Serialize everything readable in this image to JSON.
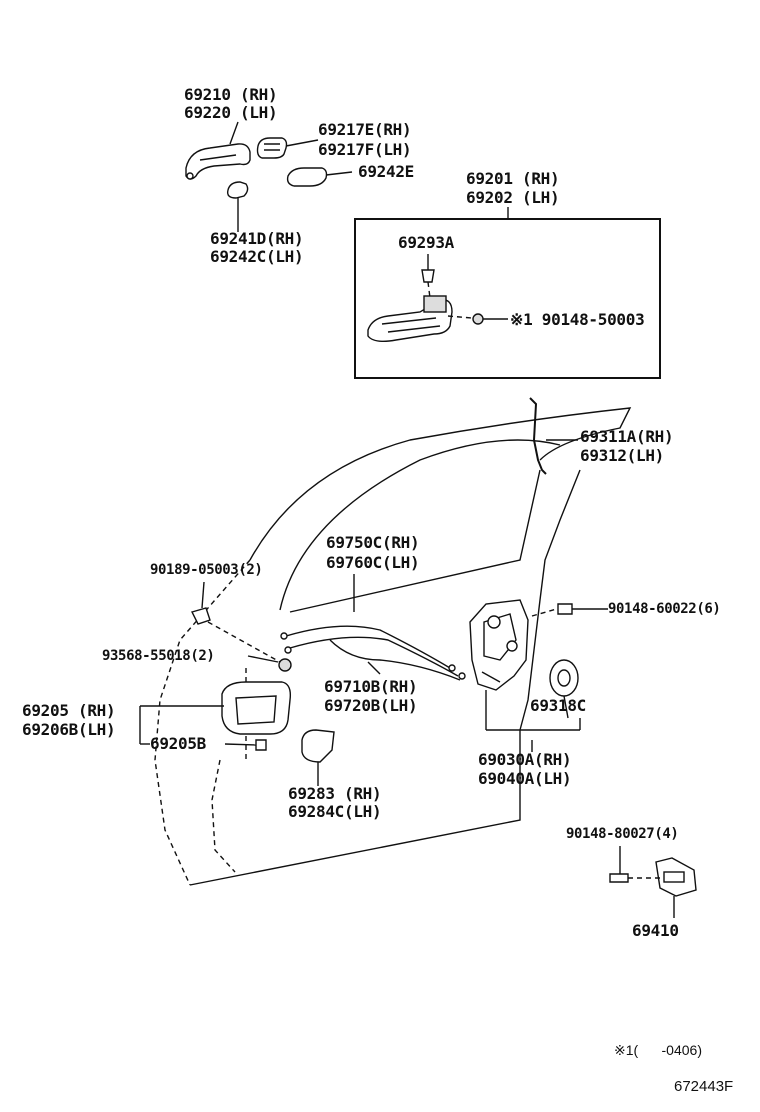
{
  "parts": {
    "outer_handle": {
      "rh": "69210 (RH)",
      "lh": "69220 (LH)"
    },
    "handle_pad": {
      "rh": "69217E(RH)",
      "lh": "69217F(LH)"
    },
    "handle_gasket": "69242E",
    "rear_pad": {
      "rh": "69241D(RH)",
      "lh": "69242C(LH)"
    },
    "handle_frame": {
      "rh": "69201 (RH)",
      "lh": "69202 (LH)"
    },
    "frame_insert": "69293A",
    "frame_bolt": "※1 90148-50003",
    "lock_rod": {
      "rh": "69311A(RH)",
      "lh": "69312(LH)"
    },
    "outer_cable": {
      "rh": "69750C(RH)",
      "lh": "69760C(LH)"
    },
    "screw_top": "90189-05003(2)",
    "clip": "93568-55018(2)",
    "inner_handle": {
      "rh": "69205 (RH)",
      "lh": "69206B(LH)"
    },
    "inner_handle_part": "69205B",
    "inner_cable": {
      "rh": "69710B(RH)",
      "lh": "69720B(LH)"
    },
    "bezel": {
      "rh": "69283 (RH)",
      "lh": "69284C(LH)"
    },
    "lock_screw": "90148-60022(6)",
    "lock_cover": "69318C",
    "door_lock": {
      "rh": "69030A(RH)",
      "lh": "69040A(LH)"
    },
    "striker_screw": "90148-80027(4)",
    "striker": "69410"
  },
  "footnote": "※1(      -0406)",
  "figure_id": "672443F"
}
